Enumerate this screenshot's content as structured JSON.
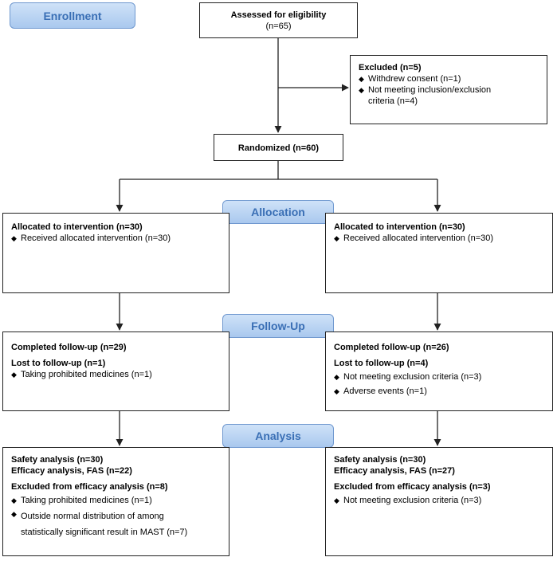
{
  "stages": {
    "enrollment": "Enrollment",
    "allocation": "Allocation",
    "followup": "Follow-Up",
    "analysis": "Analysis"
  },
  "assessed": {
    "line1": "Assessed for eligibility",
    "line2": "(n=65)"
  },
  "excluded": {
    "title": "Excluded (n=5)",
    "items": [
      "Withdrew consent (n=1)",
      "Not meeting inclusion/exclusion",
      "criteria (n=4)"
    ]
  },
  "randomized": "Randomized (n=60)",
  "left": {
    "allocation_title": "Allocated to intervention (n=30)",
    "allocation_item": "Received allocated intervention (n=30)",
    "followup_completed": "Completed follow-up (n=29)",
    "followup_lost": "Lost to follow-up (n=1)",
    "followup_items": [
      "Taking prohibited medicines (n=1)"
    ],
    "safety": "Safety analysis (n=30)",
    "efficacy": "Efficacy analysis, FAS (n=22)",
    "excluded_title": "Excluded from efficacy analysis (n=8)",
    "excluded_items": [
      "Taking prohibited medicines (n=1)",
      "Outside normal distribution of among",
      "statistically significant result in MAST (n=7)"
    ]
  },
  "right": {
    "allocation_title": "Allocated to intervention (n=30)",
    "allocation_item": "Received allocated intervention (n=30)",
    "followup_completed": "Completed follow-up (n=26)",
    "followup_lost": "Lost to follow-up (n=4)",
    "followup_items": [
      "Not meeting exclusion criteria (n=3)",
      "Adverse events (n=1)"
    ],
    "safety": "Safety analysis (n=30)",
    "efficacy": "Efficacy analysis, FAS (n=27)",
    "excluded_title": "Excluded from efficacy analysis (n=3)",
    "excluded_items": [
      "Not meeting exclusion criteria (n=3)"
    ]
  },
  "bullet_glyph": "◆",
  "colors": {
    "stage_text": "#3a6fb5",
    "stage_fill": "#bcd5f3",
    "line": "#222222"
  }
}
